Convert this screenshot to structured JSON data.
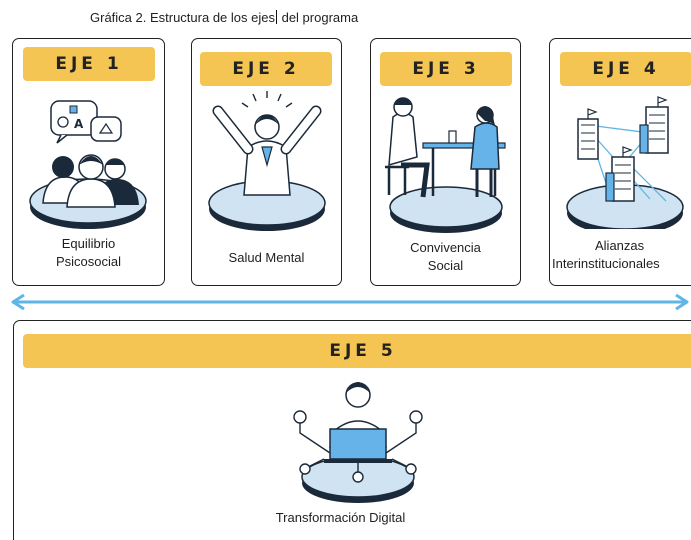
{
  "caption": {
    "before": "Gráfica 2. Estructura de los ejes",
    "after": " del programa"
  },
  "axes": [
    {
      "title": "EJE 1",
      "label_line1": "Equilibrio",
      "label_line2": "Psicosocial",
      "illustration": "people-discussion-icon"
    },
    {
      "title": "EJE 2",
      "label_line1": "Salud Mental",
      "label_line2": "",
      "illustration": "celebrating-person-icon"
    },
    {
      "title": "EJE 3",
      "label_line1": "Convivencia",
      "label_line2": "Social",
      "illustration": "people-at-table-icon"
    },
    {
      "title": "EJE 4",
      "label_line1": "Alianzas",
      "label_line2": "Interinstitucionales",
      "illustration": "connected-buildings-icon"
    },
    {
      "title": "EJE 5",
      "label_line1": "Transformación Digital",
      "label_line2": "",
      "illustration": "person-laptop-network-icon"
    }
  ],
  "colors": {
    "accent_yellow": "#f5c553",
    "platform_blue": "#cfe3f2",
    "platform_dark": "#1b2a3a",
    "arrow_blue": "#5fb6e6",
    "laptop_blue": "#66b3ea"
  }
}
